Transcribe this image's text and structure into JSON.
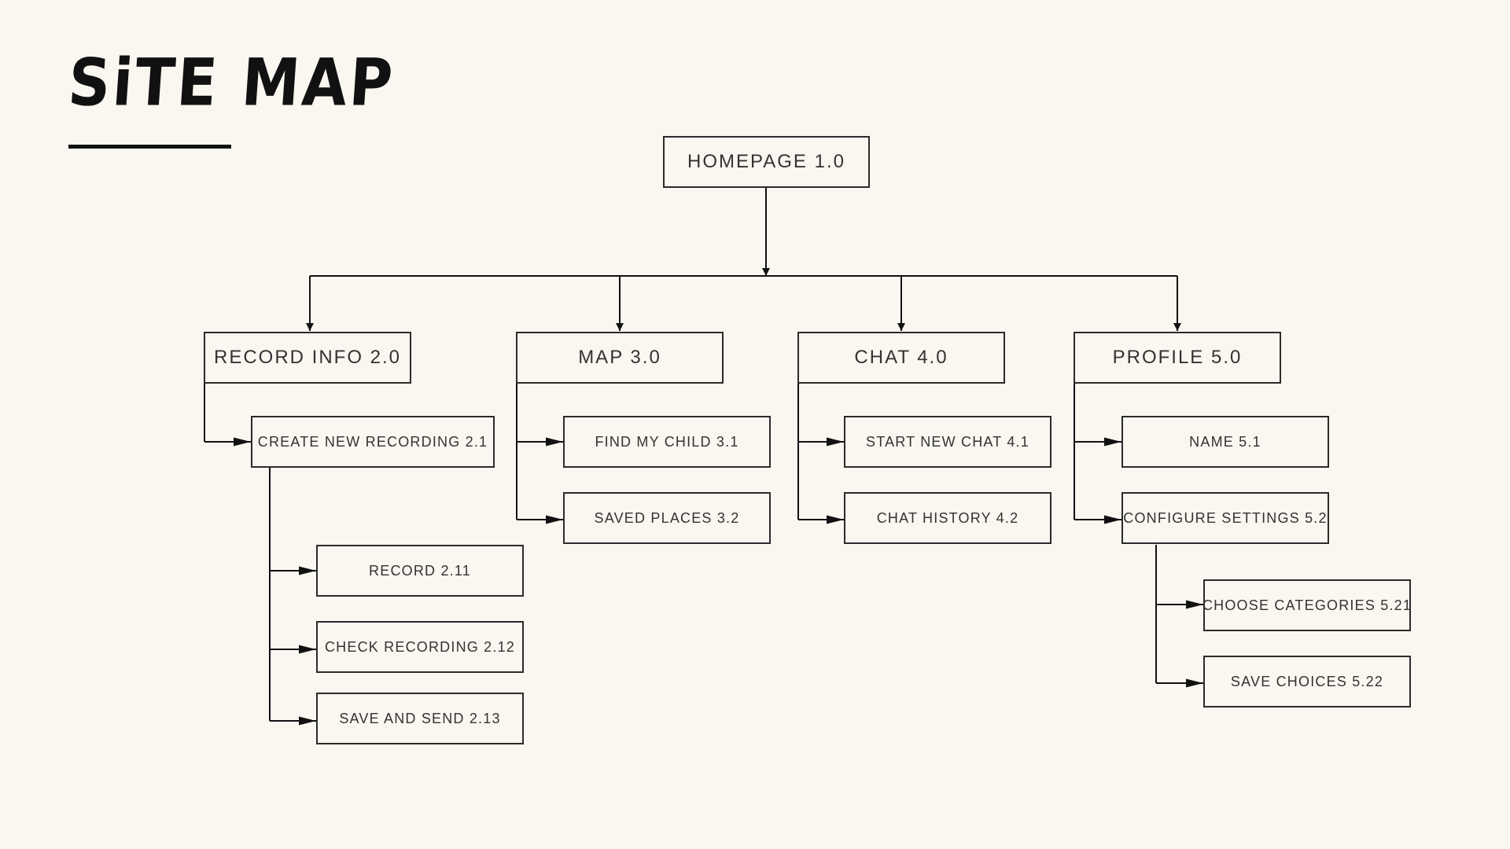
{
  "title": "SiTE MAP",
  "root": {
    "label": "HOMEPAGE 1.0"
  },
  "sections": {
    "record": {
      "label": "RECORD INFO 2.0",
      "children": [
        "CREATE NEW RECORDING 2.1"
      ],
      "subchildren": [
        "RECORD 2.11",
        "CHECK RECORDING 2.12",
        "SAVE AND SEND 2.13"
      ]
    },
    "map": {
      "label": "MAP 3.0",
      "children": [
        "FIND MY CHILD 3.1",
        "SAVED PLACES 3.2"
      ]
    },
    "chat": {
      "label": "CHAT 4.0",
      "children": [
        "START NEW CHAT 4.1",
        "CHAT HISTORY 4.2"
      ]
    },
    "profile": {
      "label": "PROFILE 5.0",
      "children": [
        "NAME 5.1",
        "CONFIGURE SETTINGS 5.2"
      ],
      "subchildren": [
        "CHOOSE CATEGORIES 5.21",
        "SAVE CHOICES 5.22"
      ]
    }
  },
  "colors": {
    "background": "#faf6f0",
    "line": "#111111",
    "box_border": "#2b2b2b",
    "text": "#333333"
  }
}
